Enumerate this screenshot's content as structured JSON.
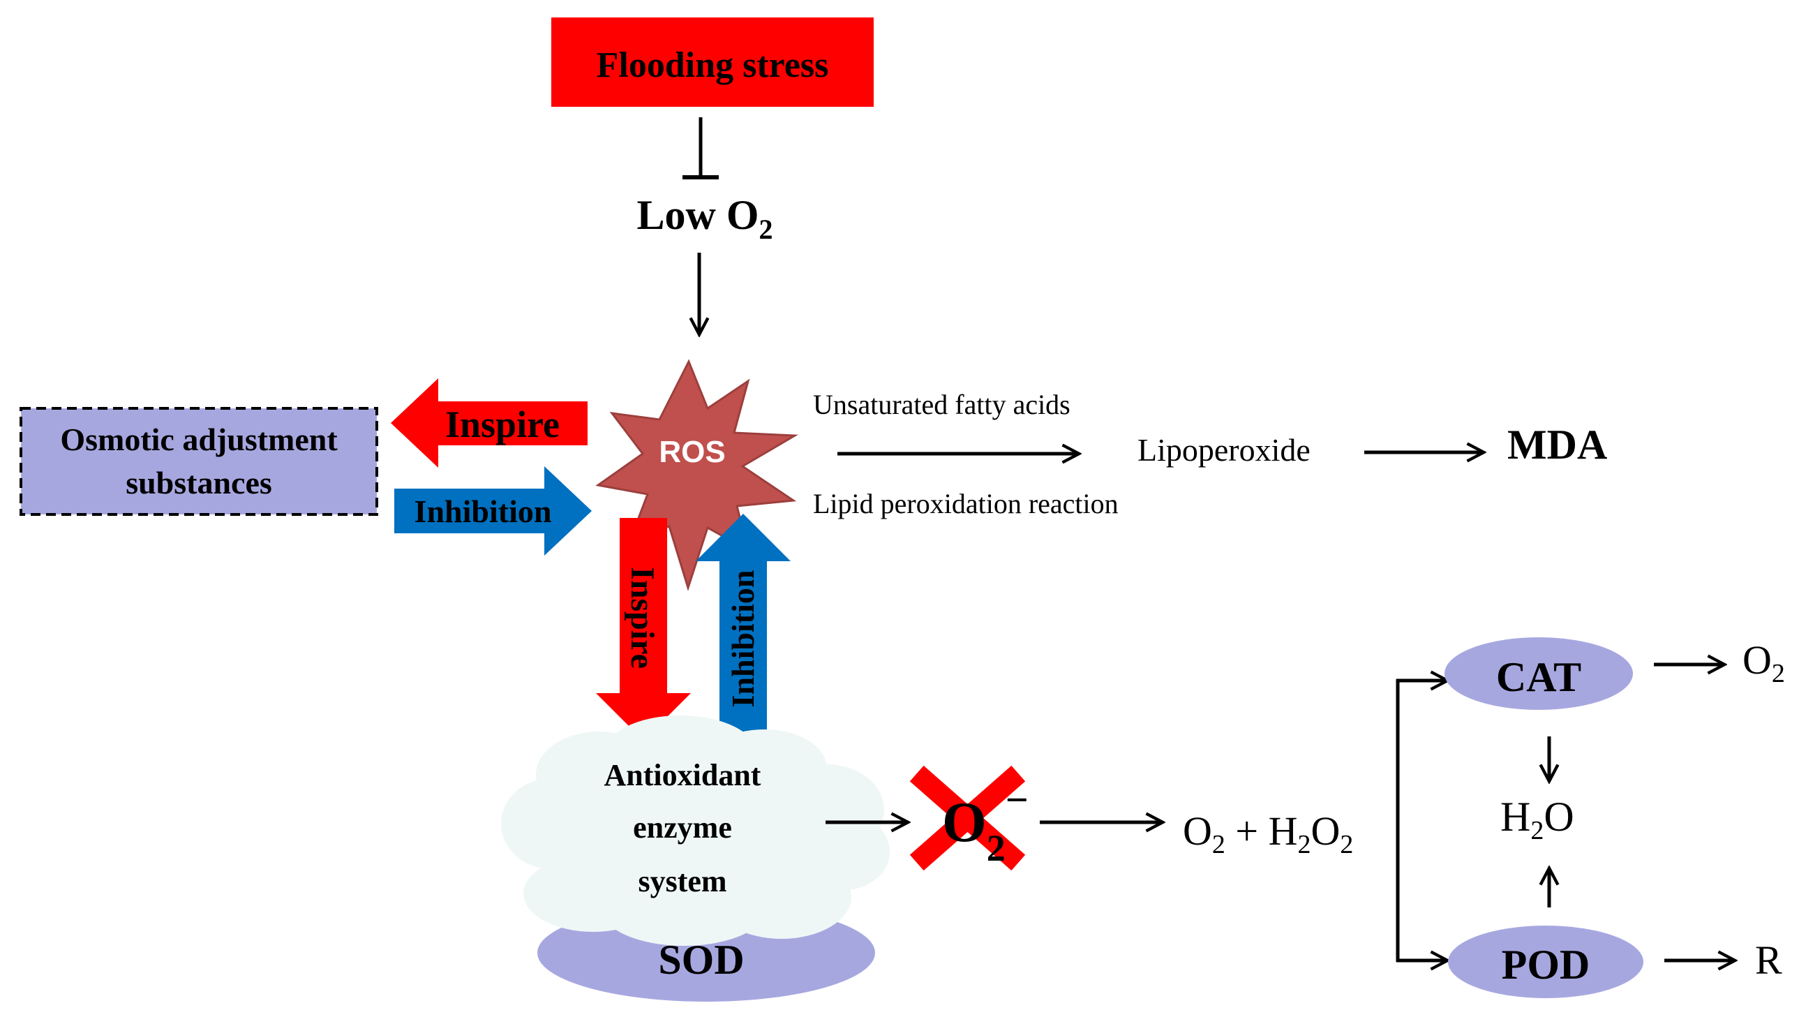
{
  "colors": {
    "stress_red": "#ff0000",
    "arrow_blue": "#0070c0",
    "ros_star": "#c0504d",
    "lavender": "#a7a7e0",
    "cloud": "#eef7f5",
    "ink": "#000000"
  },
  "nodes": {
    "flooding_stress": "Flooding stress",
    "low_o2": "Low O",
    "low_o2_sub": "2",
    "ros": "ROS",
    "osmotic_line1": "Osmotic adjustment",
    "osmotic_line2": "substances",
    "antioxidant_line1": "Antioxidant",
    "antioxidant_line2": "enzyme",
    "antioxidant_line3": "system",
    "sod": "SOD",
    "cat": "CAT",
    "pod": "POD",
    "mda": "MDA",
    "lipoperoxide": "Lipoperoxide",
    "superoxide": "O",
    "superoxide_sub": "2",
    "superoxide_sup": "−",
    "products_o2": "O",
    "products_o2_sub": "2",
    "products_plus": " + H",
    "products_h2o2_sub1": "2",
    "products_h2o2_o": "O",
    "products_h2o2_sub2": "2",
    "water_h": "H",
    "water_sub": "2",
    "water_o": "O",
    "cat_product": "O",
    "cat_product_sub": "2",
    "pod_product": "R"
  },
  "arrows": {
    "left_inspire": "Inspire",
    "right_inhibition": "Inhibition",
    "down_inspire": "Inspire",
    "up_inhibition": "Inhibition"
  },
  "labels": {
    "unsaturated_fatty_acids": "Unsaturated fatty acids",
    "lipid_peroxidation": "Lipid peroxidation reaction"
  }
}
